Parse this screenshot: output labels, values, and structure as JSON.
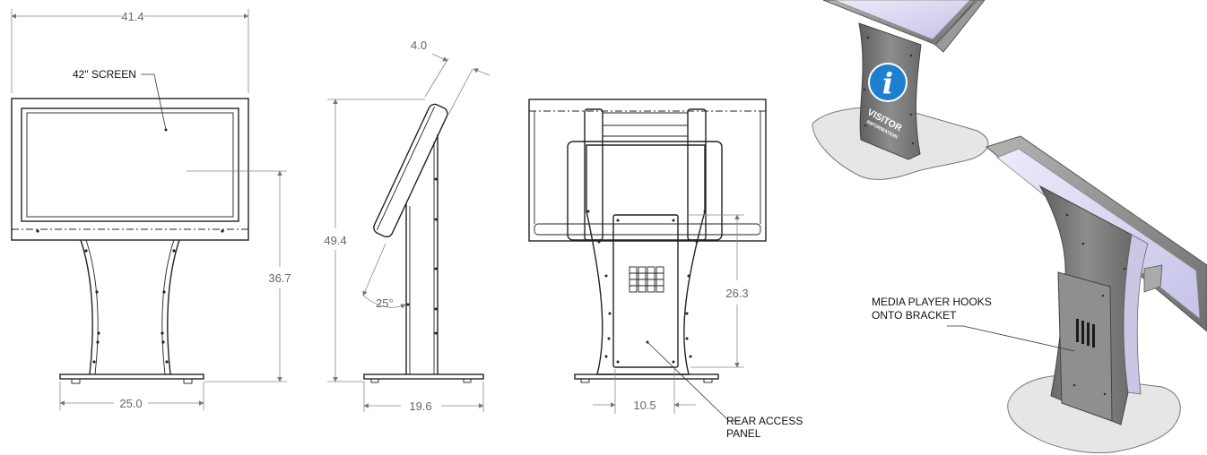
{
  "dimensions": {
    "front_width": "41.4",
    "front_height": "36.7",
    "front_base": "25.0",
    "side_thickness": "4.0",
    "side_height": "49.4",
    "side_angle": "25°",
    "side_base": "19.6",
    "rear_height": "26.3",
    "rear_panel_width": "10.5"
  },
  "callouts": {
    "screen": "42\" SCREEN",
    "rear_access_line1": "REAR ACCESS",
    "rear_access_line2": "PANEL",
    "media_line1": "MEDIA PLAYER HOOKS",
    "media_line2": "ONTO BRACKET"
  },
  "badge": {
    "icon": "info-icon",
    "line1": "VISITOR",
    "line2": "INFORMATION",
    "color": "#1e7fd1"
  },
  "colors": {
    "line": "#222222",
    "dimension": "#666666",
    "render_frame": "#8a8a8a",
    "render_screen": "#d9d8f0",
    "render_stand": "#7d7d7d",
    "render_base": "#e6e6e6"
  }
}
